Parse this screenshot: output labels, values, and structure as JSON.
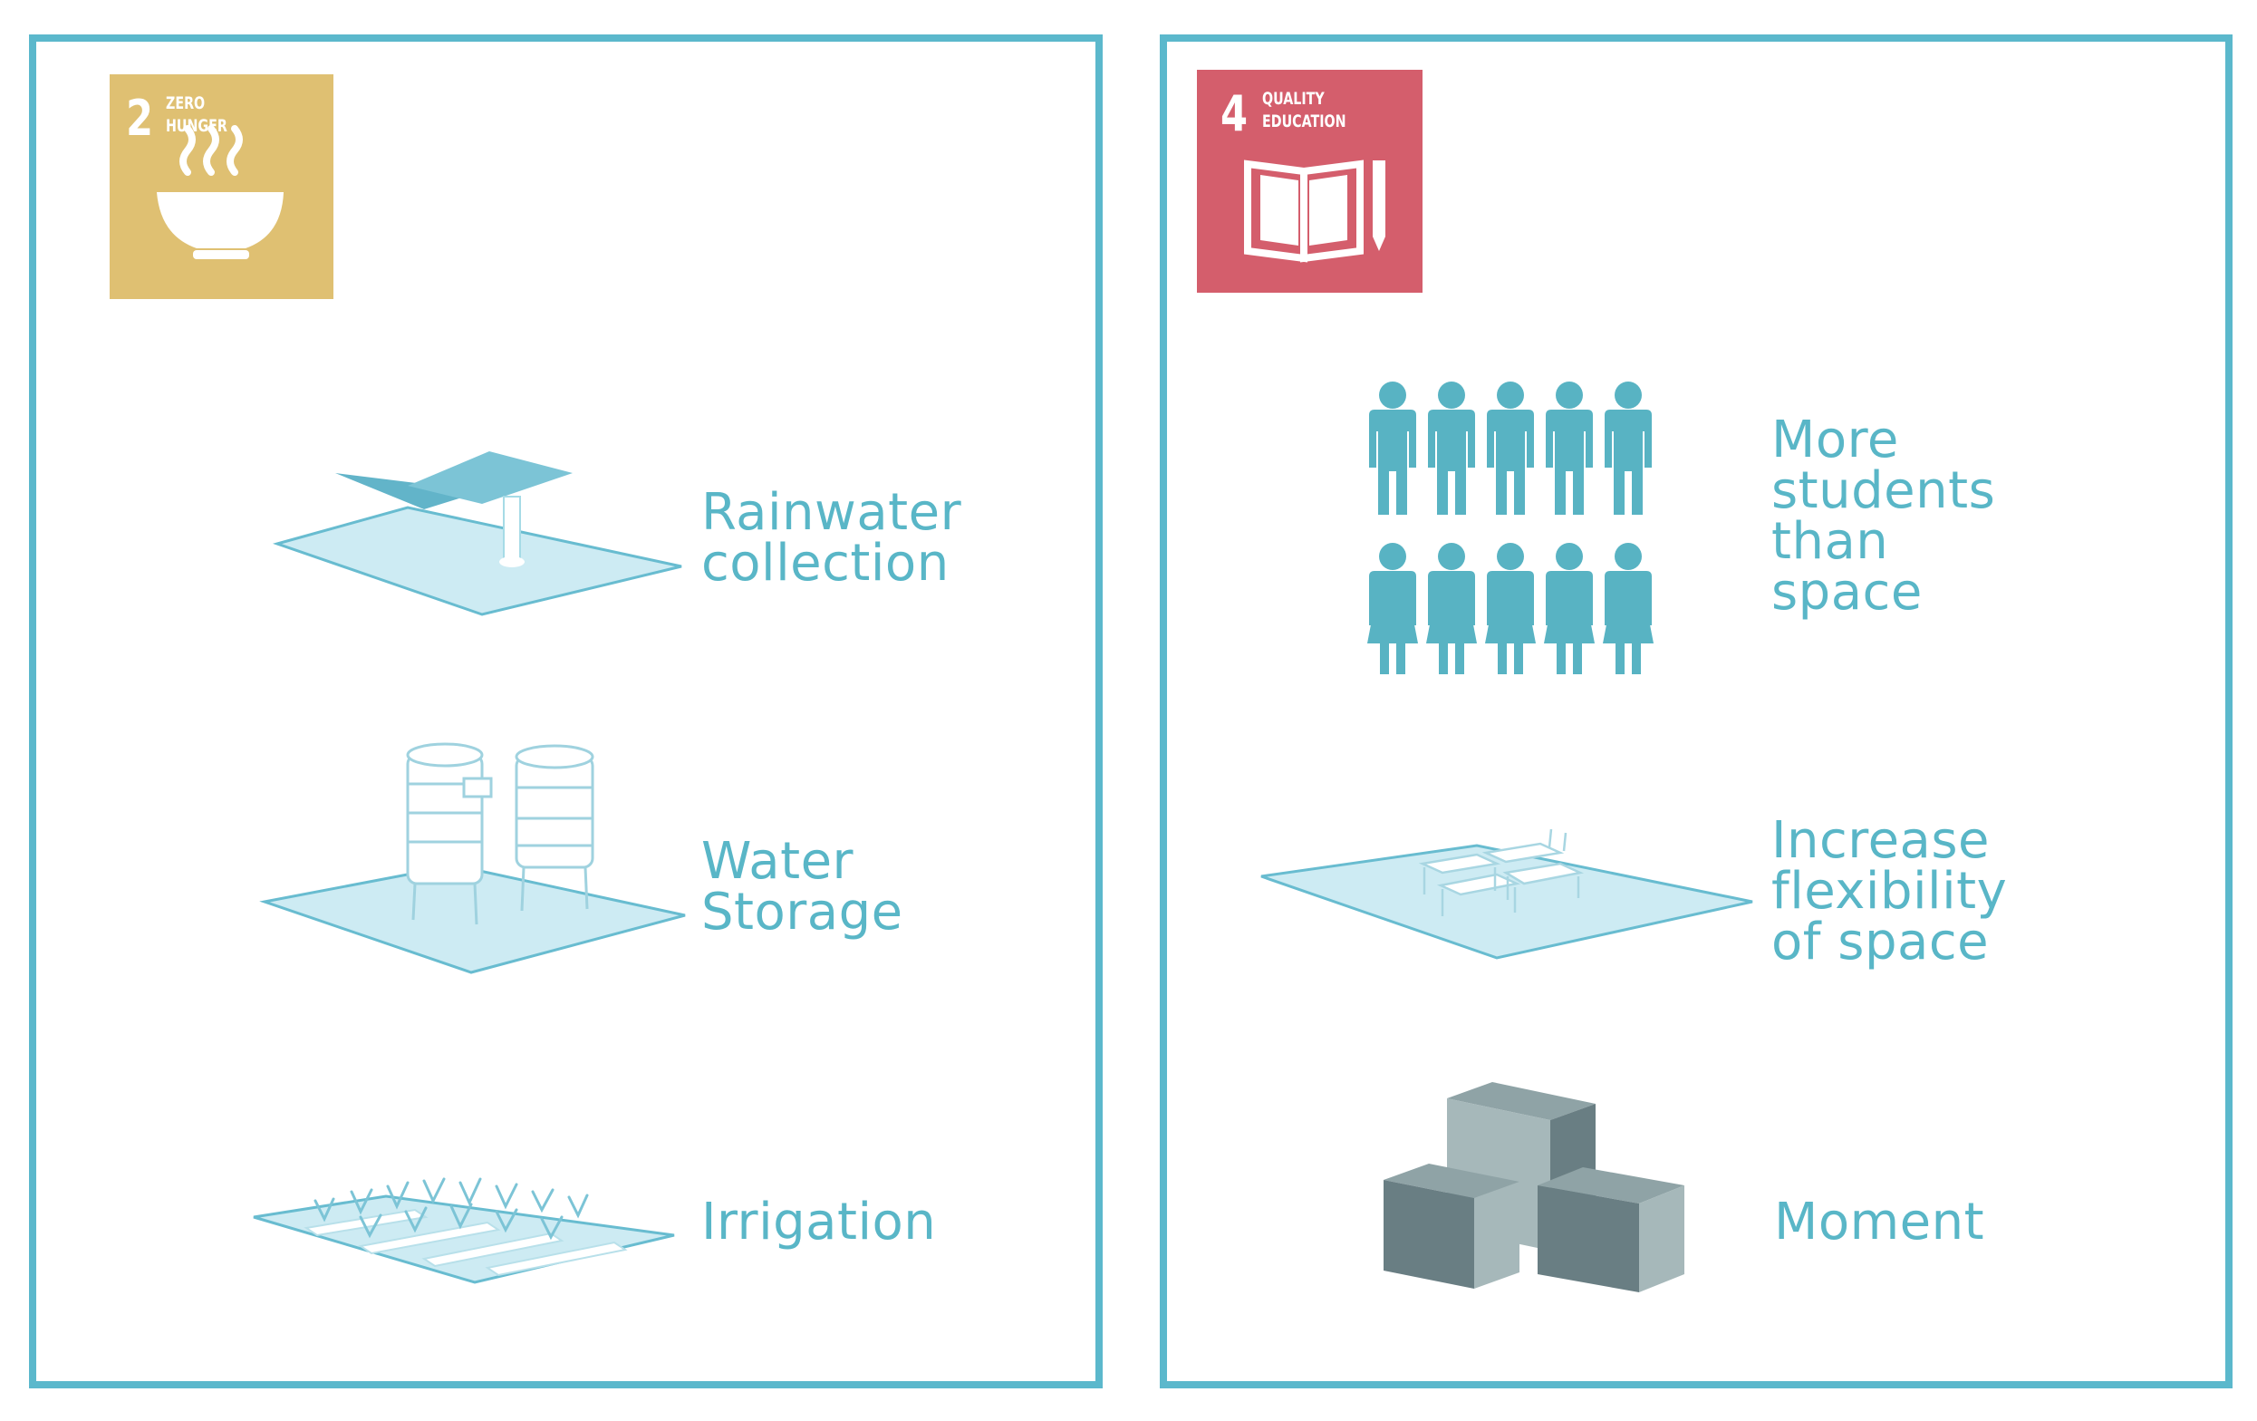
{
  "colors": {
    "frame": "#5bb8cc",
    "label_text": "#59b6c7",
    "zero_hunger": "#dfc072",
    "quality_education": "#d45e6c",
    "people": "#58b3c3",
    "cube_light": "#a6b8ba",
    "cube_dark": "#697e83"
  },
  "left_panel": {
    "goal": {
      "number": "2",
      "title": "ZERO\nHUNGER",
      "icon": "bowl-icon"
    },
    "items": [
      {
        "label": "Rainwater\ncollection",
        "icon": "rainwater-collection-icon"
      },
      {
        "label": "Water\nStorage",
        "icon": "water-storage-icon"
      },
      {
        "label": "Irrigation",
        "icon": "irrigation-icon"
      }
    ]
  },
  "right_panel": {
    "goal": {
      "number": "4",
      "title": "QUALITY\nEDUCATION",
      "icon": "book-pencil-icon"
    },
    "items": [
      {
        "label": "More\nstudents\nthan\nspace",
        "icon": "students-icon"
      },
      {
        "label": "Increase\nflexibility\nof space",
        "icon": "flexible-space-icon"
      },
      {
        "label": "Moment",
        "icon": "cubes-icon"
      }
    ]
  }
}
